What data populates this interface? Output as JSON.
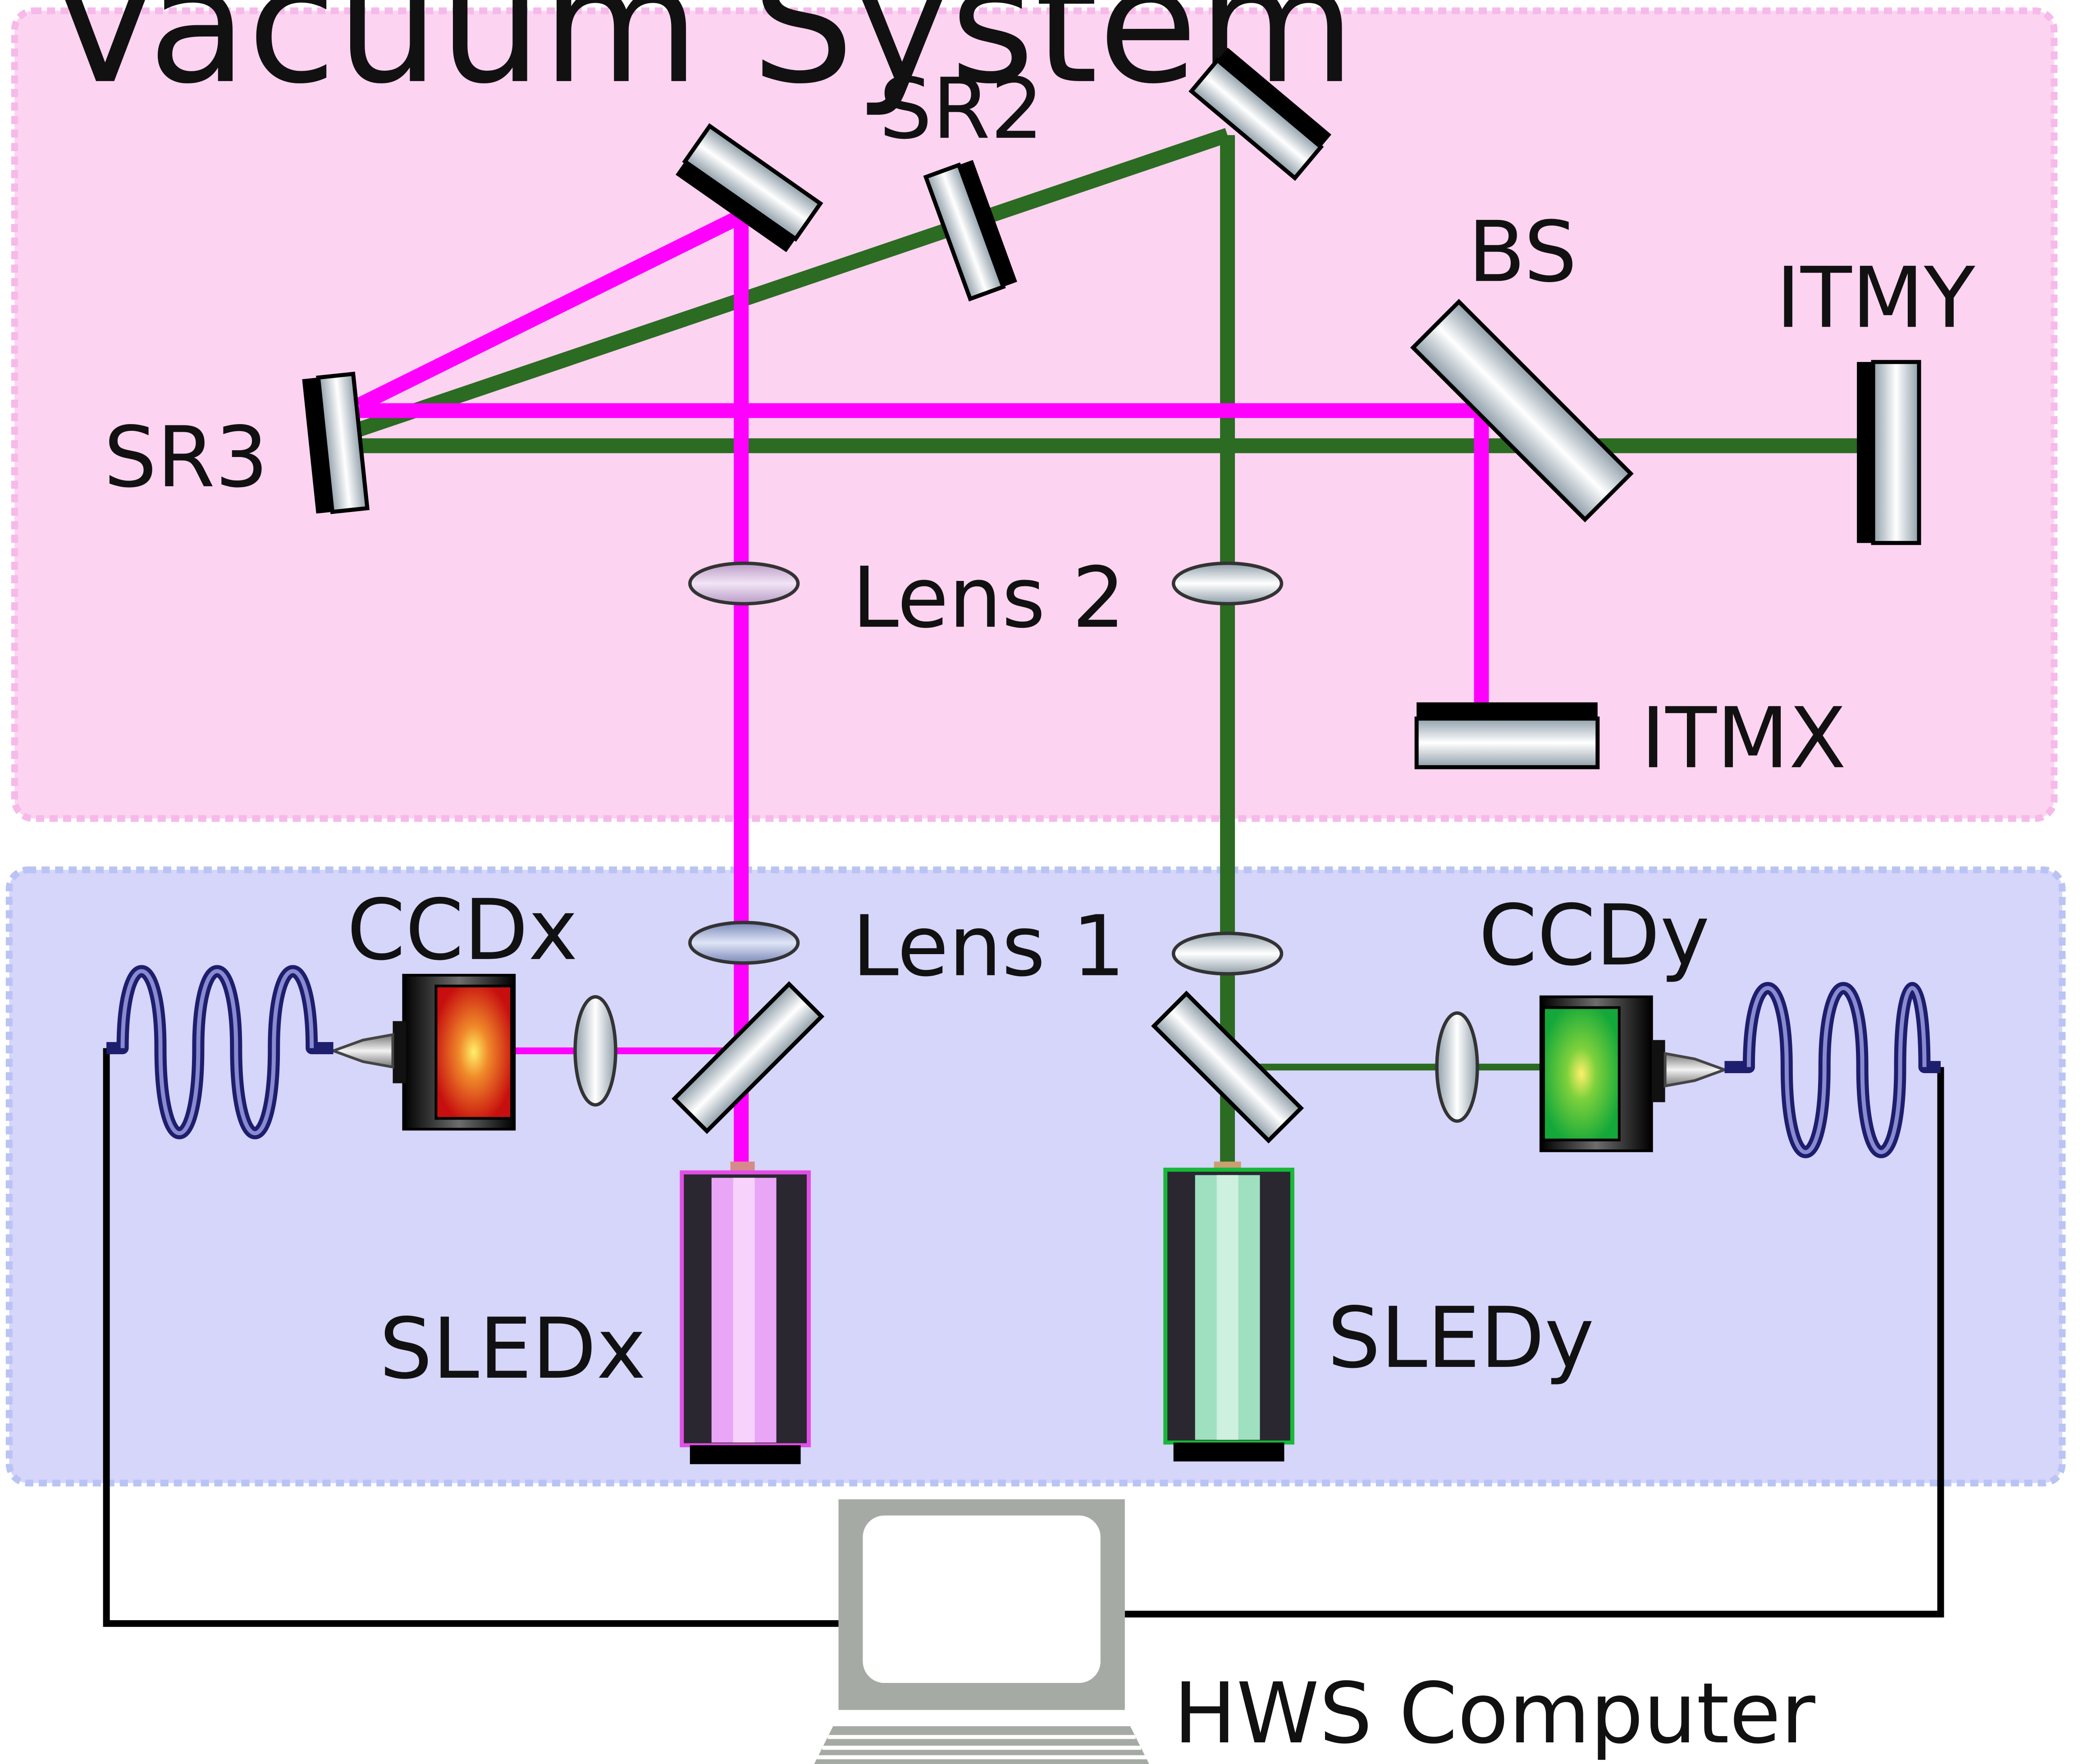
{
  "regions": {
    "vacuum_label": "Vacuum System"
  },
  "labels": {
    "sr2": "SR2",
    "sr3": "SR3",
    "bs": "BS",
    "itmy": "ITMY",
    "itmx": "ITMX",
    "lens2": "Lens 2",
    "lens1": "Lens 1",
    "ccdx": "CCDx",
    "ccdy": "CCDy",
    "sledx": "SLEDx",
    "sledy": "SLEDy",
    "computer": "HWS Computer"
  },
  "colors": {
    "vacuum_fill": "#fcd3f0",
    "vacuum_border": "#f6b9ea",
    "table_fill": "#d6d5fa",
    "table_border": "#b9c4f4",
    "beam_x": "#ff00ff",
    "beam_y": "#2b6b22",
    "mirror_glass": "#c5d0d8",
    "mirror_coating": "#000000",
    "ccdx_sensor": "#c70f0f",
    "ccdy_sensor": "#14a83a",
    "sledx_glow": "#e9a6f7",
    "sledy_glow": "#9ee0c0",
    "cable": "#1e1e6e",
    "computer": "#a6aaa4"
  }
}
